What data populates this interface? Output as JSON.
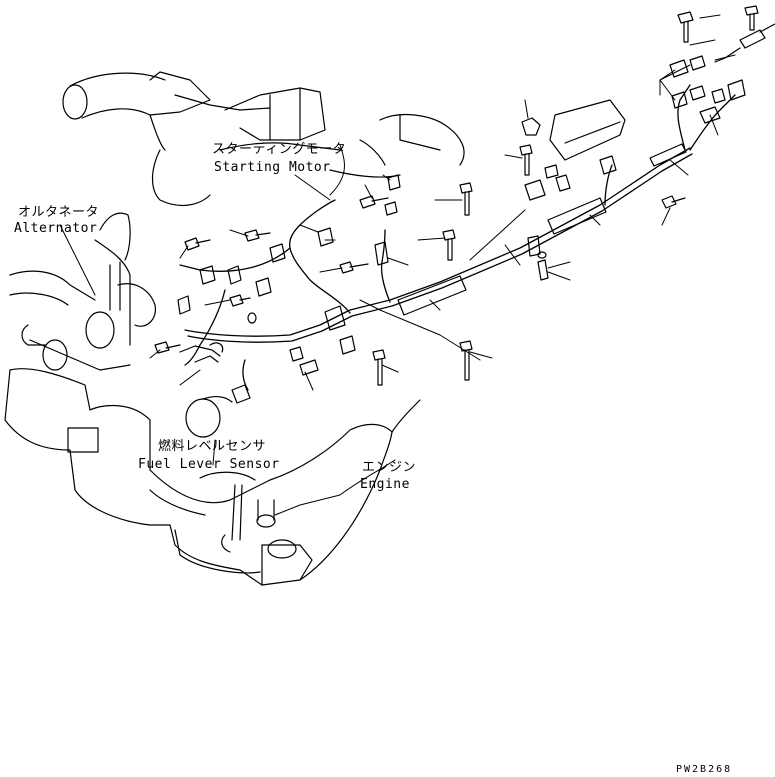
{
  "labels": {
    "starting_motor_jp": "スターティングモータ",
    "starting_motor_en": "Starting Motor",
    "alternator_jp": "オルタネータ",
    "alternator_en": "Alternator",
    "fuel_sensor_jp": "燃料レベルセンサ",
    "fuel_sensor_en": "Fuel Lever Sensor",
    "engine_jp": "エンジン",
    "engine_en": "Engine"
  },
  "reference_code": "PW2B268",
  "colors": {
    "line": "#000000",
    "background": "#ffffff"
  }
}
